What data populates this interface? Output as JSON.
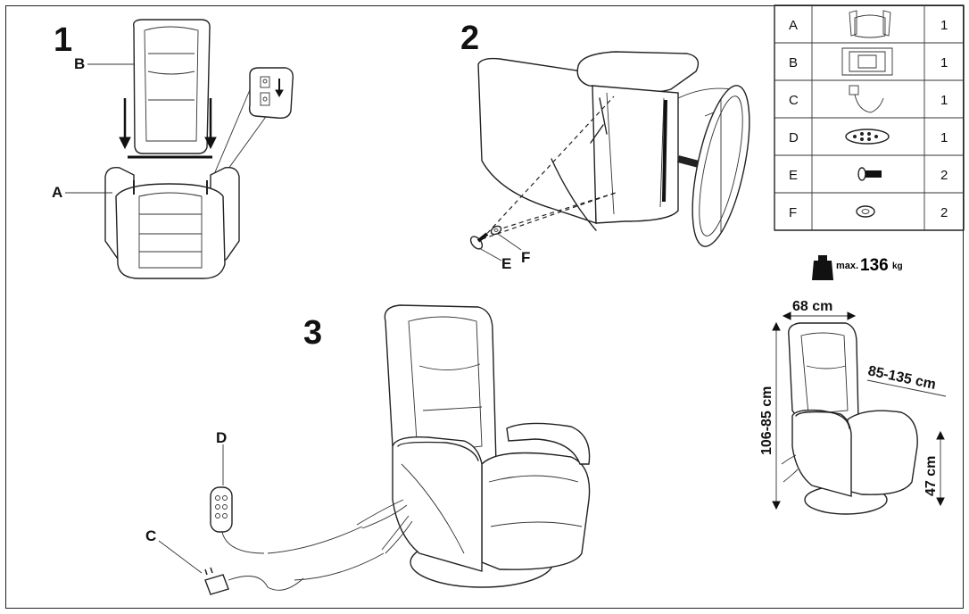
{
  "steps": {
    "s1": "1",
    "s2": "2",
    "s3": "3"
  },
  "labels": {
    "A": "A",
    "B": "B",
    "C": "C",
    "D": "D",
    "E": "E",
    "F": "F"
  },
  "parts_table": [
    {
      "letter": "A",
      "icon": "armrest-base-icon",
      "qty": "1"
    },
    {
      "letter": "B",
      "icon": "backrest-icon",
      "qty": "1"
    },
    {
      "letter": "C",
      "icon": "power-adapter-icon",
      "qty": "1"
    },
    {
      "letter": "D",
      "icon": "remote-control-icon",
      "qty": "1"
    },
    {
      "letter": "E",
      "icon": "bolt-icon",
      "qty": "2"
    },
    {
      "letter": "F",
      "icon": "washer-icon",
      "qty": "2"
    }
  ],
  "weight": {
    "prefix": "max.",
    "value": "136",
    "unit": "kg"
  },
  "dimensions": {
    "width": "68 cm",
    "depth": "85-135 cm",
    "height": "106-85 cm",
    "seat_height": "47 cm"
  }
}
